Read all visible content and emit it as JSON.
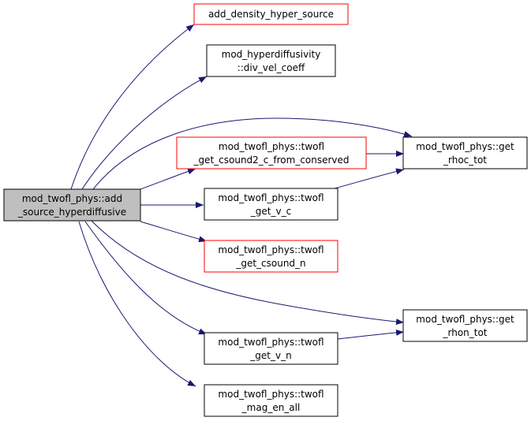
{
  "colors": {
    "edge": "#191970",
    "root_fill": "#bfbfbf",
    "node_fill": "#ffffff",
    "border_black": "#000000",
    "border_red": "#ff0000"
  },
  "nodes": {
    "root": {
      "line1": "mod_twofl_phys::add",
      "line2": "_source_hyperdiffusive"
    },
    "add_density": {
      "line1": "add_density_hyper_source"
    },
    "div_vel_coeff": {
      "line1": "mod_hyperdiffusivity",
      "line2": "::div_vel_coeff"
    },
    "csound2_c": {
      "line1": "mod_twofl_phys::twofl",
      "line2": "_get_csound2_c_from_conserved"
    },
    "get_v_c": {
      "line1": "mod_twofl_phys::twofl",
      "line2": "_get_v_c"
    },
    "csound_n": {
      "line1": "mod_twofl_phys::twofl",
      "line2": "_get_csound_n"
    },
    "get_v_n": {
      "line1": "mod_twofl_phys::twofl",
      "line2": "_get_v_n"
    },
    "mag_en_all": {
      "line1": "mod_twofl_phys::twofl",
      "line2": "_mag_en_all"
    },
    "rhoc_tot": {
      "line1": "mod_twofl_phys::get",
      "line2": "_rhoc_tot"
    },
    "rhon_tot": {
      "line1": "mod_twofl_phys::get",
      "line2": "_rhon_tot"
    }
  }
}
